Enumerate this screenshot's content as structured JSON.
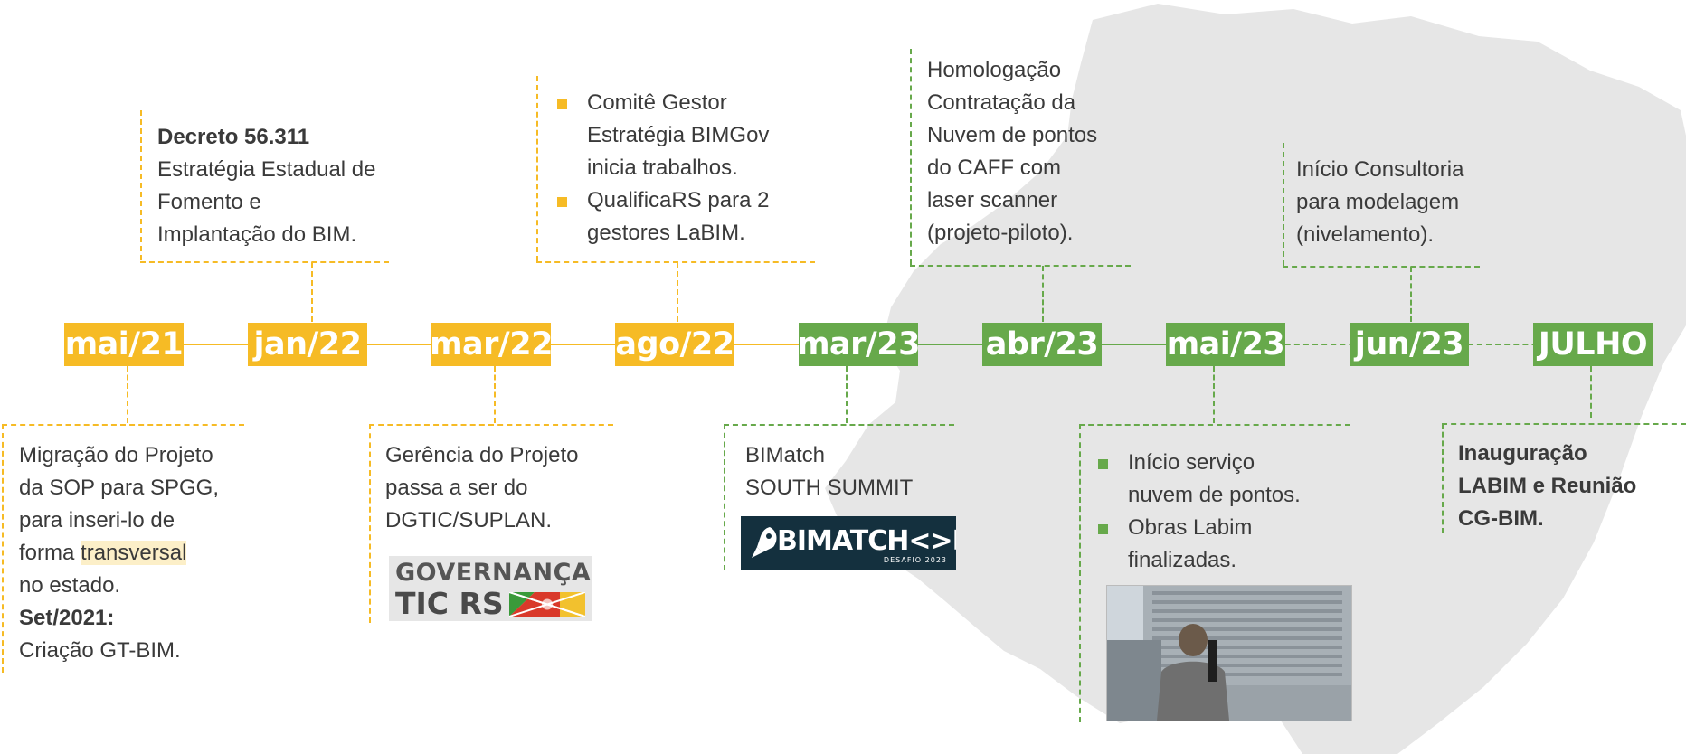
{
  "colors": {
    "yellow": "#f6bb25",
    "green": "#67a94b",
    "map": "#e6e6e6"
  },
  "milestones": [
    "mai/21",
    "jan/22",
    "mar/22",
    "ago/22",
    "mar/23",
    "abr/23",
    "mai/23",
    "jun/23",
    "JULHO"
  ],
  "notes": {
    "mai21": {
      "lines": [
        "Migração do Projeto",
        "da SOP para SPGG,",
        "para inseri-lo de"
      ],
      "forma": "forma",
      "transversal": "transversal",
      "estado": "no estado.",
      "set_label": "Set/2021:",
      "set_text": "Criação GT-BIM."
    },
    "jan22": {
      "title": "Decreto 56.311",
      "lines": [
        "Estratégia Estadual de",
        "Fomento e",
        "Implantação do BIM."
      ]
    },
    "mar22": {
      "lines": [
        "Gerência do Projeto",
        "passa a ser do",
        "DGTIC/SUPLAN."
      ],
      "logo_line1": "GOVERNANÇA",
      "logo_line2": "TIC RS"
    },
    "ago22": {
      "items": [
        {
          "lines": [
            "Comitê Gestor",
            "Estratégia BIMGov",
            "inicia trabalhos."
          ]
        },
        {
          "lines": [
            "QualificaRS para 2",
            "gestores LaBIM."
          ]
        }
      ]
    },
    "mar23": {
      "lines": [
        "BIMatch",
        "SOUTH SUMMIT"
      ],
      "logo_text": "BIMATCH<>RS",
      "logo_sub": "DESAFIO 2023"
    },
    "abr23": {
      "lines": [
        "Homologação",
        "Contratação da",
        "Nuvem de pontos",
        "do CAFF com",
        "laser scanner",
        "(projeto-piloto)."
      ]
    },
    "mai23": {
      "items": [
        {
          "lines": [
            "Início serviço",
            "nuvem de pontos."
          ]
        },
        {
          "lines": [
            "Obras Labim",
            "finalizadas."
          ]
        }
      ]
    },
    "jun23": {
      "lines": [
        "Início Consultoria",
        "para modelagem",
        "(nivelamento)."
      ]
    },
    "julho": {
      "lines": [
        "Inauguração",
        "LABIM e Reunião",
        "CG-BIM."
      ]
    }
  }
}
